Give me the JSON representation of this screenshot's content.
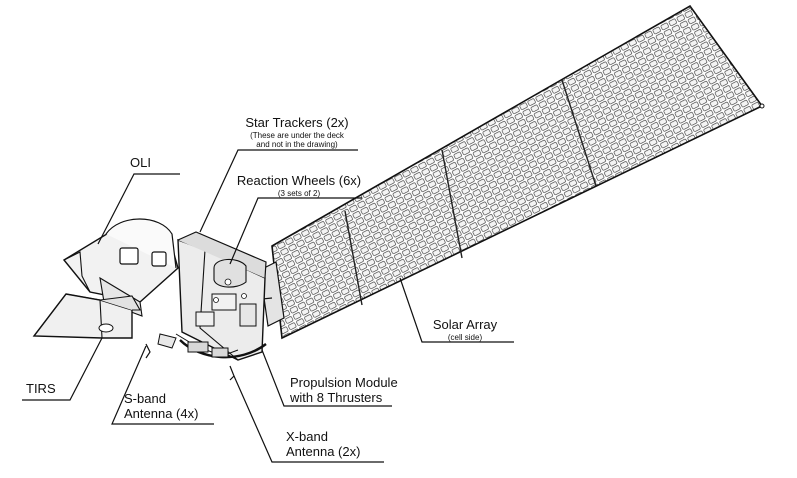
{
  "labels": {
    "star_trackers": {
      "title": "Star Trackers (2x)",
      "note_line1": "(These are under the deck",
      "note_line2": "and not in the drawing)"
    },
    "reaction_wheels": {
      "title": "Reaction Wheels (6x)",
      "note": "(3 sets of 2)"
    },
    "oli": {
      "title": "OLI"
    },
    "solar_array": {
      "title": "Solar Array",
      "note": "(cell side)"
    },
    "tirs": {
      "title": "TIRS"
    },
    "s_band": {
      "line1": "S-band",
      "line2": "Antenna (4x)"
    },
    "propulsion": {
      "line1": "Propulsion Module",
      "line2": "with 8 Thrusters"
    },
    "x_band": {
      "line1": "X-band",
      "line2": "Antenna (2x)"
    }
  }
}
